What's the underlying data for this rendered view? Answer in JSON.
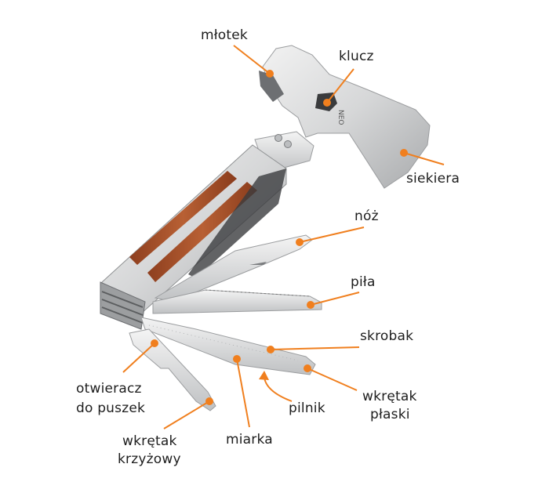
{
  "figure": {
    "subject": "multitool axe",
    "brand_mark": "NEO",
    "accent_color": "#f07f1e",
    "label_color": "#1d1d1d",
    "wood_color": "#a9532b",
    "steel_color": "#d9dadb"
  },
  "callouts": [
    {
      "id": "mlotek",
      "lines": [
        "młotek"
      ]
    },
    {
      "id": "klucz",
      "lines": [
        "klucz"
      ]
    },
    {
      "id": "siekiera",
      "lines": [
        "siekiera"
      ]
    },
    {
      "id": "noz",
      "lines": [
        "nóż"
      ]
    },
    {
      "id": "pila",
      "lines": [
        "piła"
      ]
    },
    {
      "id": "skrobak",
      "lines": [
        "skrobak"
      ]
    },
    {
      "id": "otwieracz",
      "lines": [
        "otwieracz",
        "do puszek"
      ]
    },
    {
      "id": "wkretak_plaski",
      "lines": [
        "wkrętak",
        "płaski"
      ]
    },
    {
      "id": "pilnik",
      "lines": [
        "pilnik"
      ]
    },
    {
      "id": "miarka",
      "lines": [
        "miarka"
      ]
    },
    {
      "id": "wkretak_krzyzowy",
      "lines": [
        "wkrętak",
        "krzyżowy"
      ]
    }
  ]
}
